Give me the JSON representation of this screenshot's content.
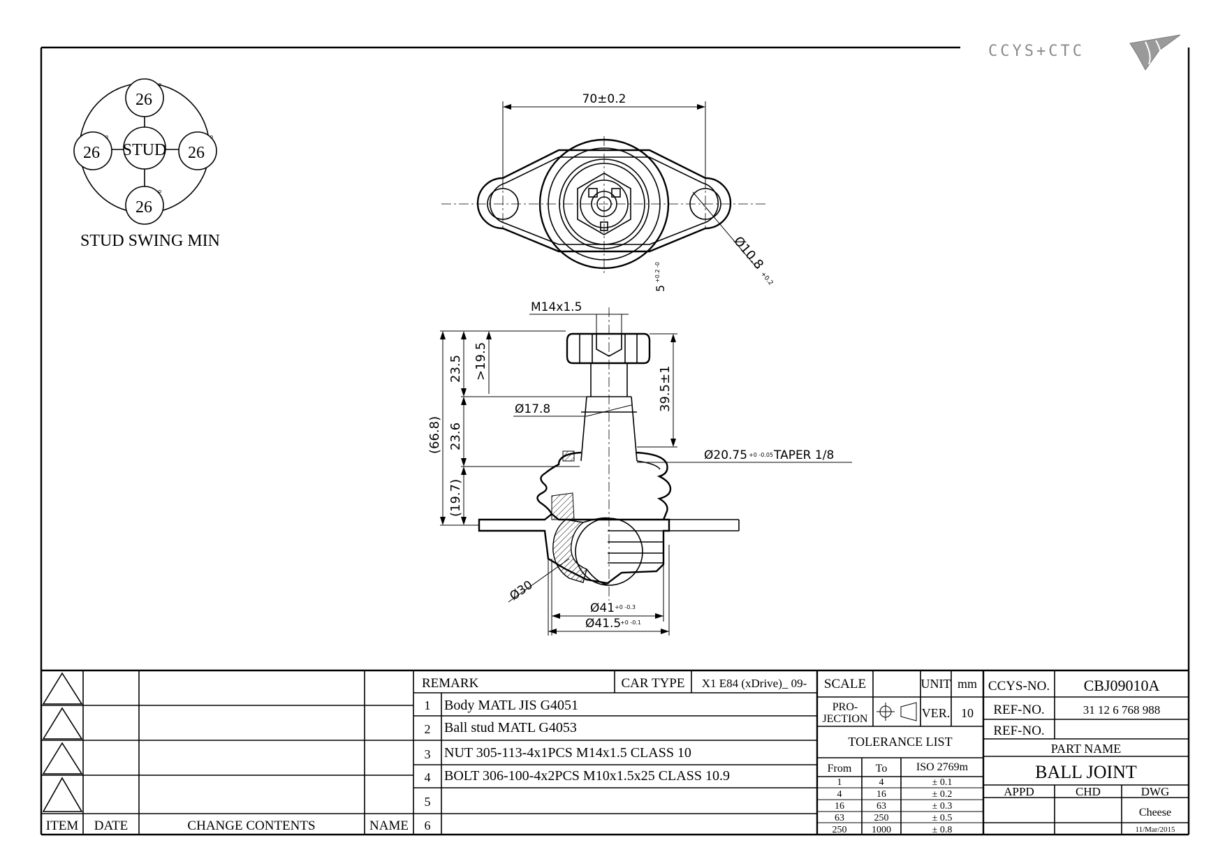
{
  "logo": {
    "text": "CCYS+CTC"
  },
  "stud_swing": {
    "title": "STUD SWING MIN",
    "center_label": "STUD",
    "angles": [
      "26",
      "26",
      "26",
      "26"
    ],
    "degree_symbol": "°"
  },
  "dimensions": {
    "width_top": "70±0.2",
    "hole_dia": "Ø10.8",
    "hole_dia_tol": "+0.2",
    "flange_thk": "5",
    "flange_thk_tol": "+0.2 -0",
    "thread": "M14x1.5",
    "h_23_5": "23.5",
    "h_19_5": ">19.5",
    "h_66_8": "(66.8)",
    "h_23_6": "23.6",
    "h_19_7": "(19.7)",
    "h_39_5": "39.5±1",
    "d_17_8": "Ø17.8",
    "taper_main": "Ø20.75",
    "taper_tol": "+0 -0.05",
    "taper_text": "TAPER 1/8",
    "ball_dia": "Ø30",
    "d_41": "Ø41",
    "d_41_tol": "+0 -0.3",
    "d_41_5": "Ø41.5",
    "d_41_5_tol": "+0 -0.1"
  },
  "revision_table": {
    "headers": [
      "ITEM",
      "DATE",
      "CHANGE CONTENTS",
      "NAME"
    ]
  },
  "remark_table": {
    "title": "REMARK",
    "car_type_label": "CAR TYPE",
    "car_type_value": "X1 E84 (xDrive)_ 09-",
    "rows": [
      {
        "no": "1",
        "text": "Body MATL JIS G4051"
      },
      {
        "no": "2",
        "text": "Ball stud MATL G4053"
      },
      {
        "no": "3",
        "text": "NUT 305-113-4x1PCS M14x1.5 CLASS 10"
      },
      {
        "no": "4",
        "text": "BOLT 306-100-4x2PCS M10x1.5x25 CLASS 10.9"
      },
      {
        "no": "5",
        "text": ""
      },
      {
        "no": "6",
        "text": ""
      }
    ]
  },
  "spec": {
    "scale_label": "SCALE",
    "unit_label": "UNIT",
    "unit_value": "mm",
    "projection_label_1": "PRO-",
    "projection_label_2": "JECTION",
    "ver_label": "VER.",
    "ver_value": "10",
    "tolerance_title": "TOLERANCE LIST",
    "tol_headers": [
      "From",
      "To",
      "ISO 2769m"
    ],
    "tol_rows": [
      {
        "from": "1",
        "to": "4",
        "tol": "± 0.1"
      },
      {
        "from": "4",
        "to": "16",
        "tol": "± 0.2"
      },
      {
        "from": "16",
        "to": "63",
        "tol": "± 0.3"
      },
      {
        "from": "63",
        "to": "250",
        "tol": "± 0.5"
      },
      {
        "from": "250",
        "to": "1000",
        "tol": "± 0.8"
      }
    ]
  },
  "title_block": {
    "ccys_label": "CCYS-NO.",
    "ccys_value": "CBJ09010A",
    "ref1_label": "REF-NO.",
    "ref1_value": "31 12 6 768 988",
    "ref2_label": "REF-NO.",
    "ref2_value": "",
    "part_name_label": "PART NAME",
    "part_name_value": "BALL JOINT",
    "appd_label": "APPD",
    "chd_label": "CHD",
    "dwg_label": "DWG",
    "dwg_name": "Cheese",
    "dwg_date": "11/Mar/2015"
  }
}
